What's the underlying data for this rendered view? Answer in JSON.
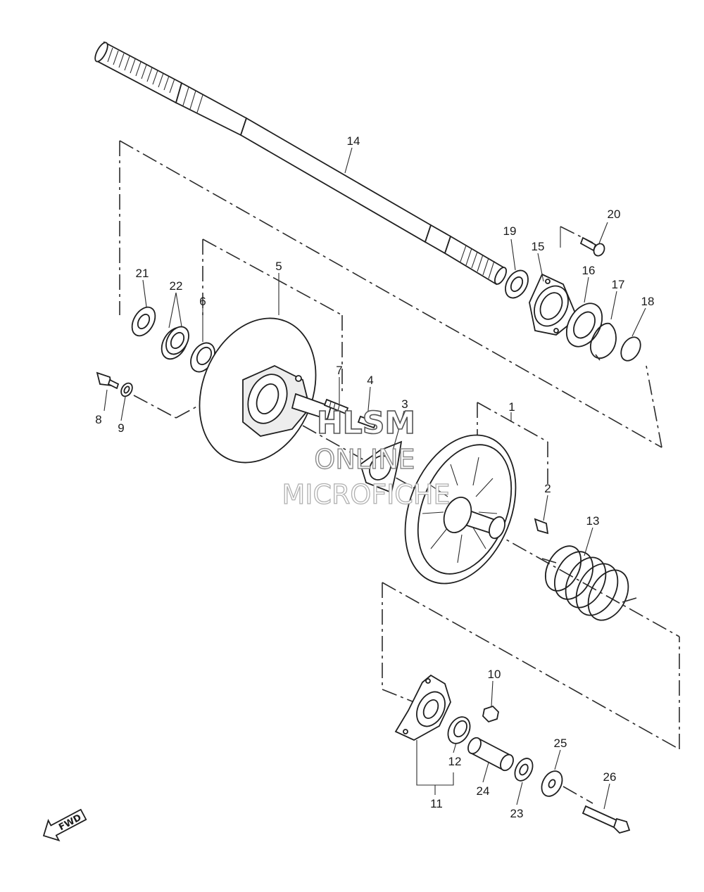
{
  "callouts": [
    {
      "id": "1",
      "label": "1"
    },
    {
      "id": "2",
      "label": "2"
    },
    {
      "id": "3",
      "label": "3"
    },
    {
      "id": "4",
      "label": "4"
    },
    {
      "id": "5",
      "label": "5"
    },
    {
      "id": "6",
      "label": "6"
    },
    {
      "id": "7",
      "label": "7"
    },
    {
      "id": "8",
      "label": "8"
    },
    {
      "id": "9",
      "label": "9"
    },
    {
      "id": "10",
      "label": "10"
    },
    {
      "id": "11",
      "label": "11"
    },
    {
      "id": "12",
      "label": "12"
    },
    {
      "id": "13",
      "label": "13"
    },
    {
      "id": "14",
      "label": "14"
    },
    {
      "id": "15",
      "label": "15"
    },
    {
      "id": "16",
      "label": "16"
    },
    {
      "id": "17",
      "label": "17"
    },
    {
      "id": "18",
      "label": "18"
    },
    {
      "id": "19",
      "label": "19"
    },
    {
      "id": "20",
      "label": "20"
    },
    {
      "id": "21",
      "label": "21"
    },
    {
      "id": "22",
      "label": "22"
    },
    {
      "id": "23",
      "label": "23"
    },
    {
      "id": "24",
      "label": "24"
    },
    {
      "id": "25",
      "label": "25"
    },
    {
      "id": "26",
      "label": "26"
    }
  ],
  "watermark": {
    "line1": "HLSM",
    "line2": "ONLINE",
    "line3": "MICROFICHE"
  },
  "fwd_arrow": {
    "label": "FWD",
    "icon": "forward-direction-arrow-icon"
  }
}
